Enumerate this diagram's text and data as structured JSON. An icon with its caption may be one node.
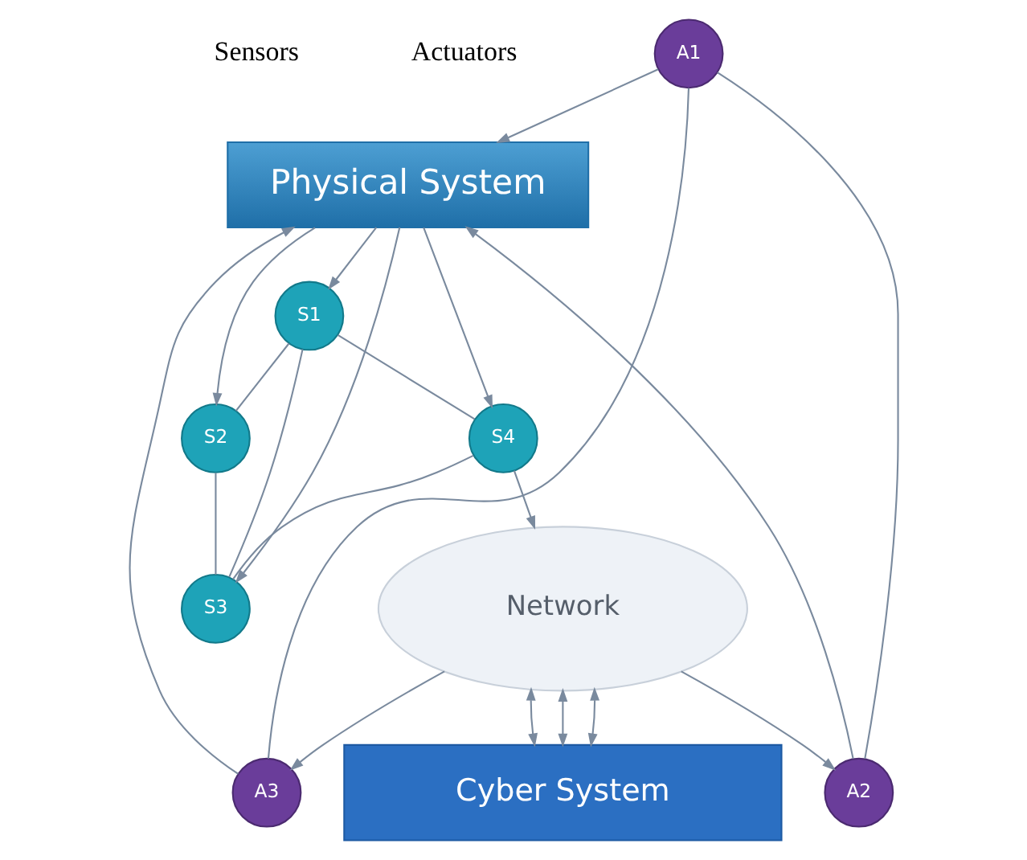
{
  "diagram": {
    "nodes": [
      {
        "text": [
          "A1"
        ]
      },
      {
        "text": [
          "S1"
        ]
      },
      {
        "text": [
          "Physical System"
        ]
      },
      {
        "text": [
          "S2"
        ]
      },
      {
        "text": [
          "A2"
        ]
      },
      {
        "text": [
          "S3"
        ]
      },
      {
        "text": [
          "A3"
        ]
      },
      {
        "text": [
          "S4"
        ]
      },
      {
        "text": [
          "Network"
        ]
      },
      {
        "text": [
          "Cyber System"
        ]
      }
    ],
    "edges": [
      {
        "from": 0,
        "to": 2,
        "arrow": "to"
      },
      {
        "from": 4,
        "to": 2,
        "arrow": "to"
      },
      {
        "from": 6,
        "to": 2,
        "arrow": "to"
      },
      {
        "from": 0,
        "to": 4,
        "arrow": "none"
      },
      {
        "from": 0,
        "to": 6,
        "arrow": "none"
      },
      {
        "from": 2,
        "to": 1,
        "arrow": "to"
      },
      {
        "from": 2,
        "to": 3,
        "arrow": "to"
      },
      {
        "from": 2,
        "to": 5,
        "arrow": "to"
      },
      {
        "from": 2,
        "to": 7,
        "arrow": "to"
      },
      {
        "from": 1,
        "to": 3,
        "arrow": "none"
      },
      {
        "from": 1,
        "to": 5,
        "arrow": "none"
      },
      {
        "from": 1,
        "to": 7,
        "arrow": "none"
      },
      {
        "from": 3,
        "to": 5,
        "arrow": "none"
      },
      {
        "from": 7,
        "to": 5,
        "arrow": "none"
      },
      {
        "from": 8,
        "to": 4,
        "arrow": "to"
      },
      {
        "from": 8,
        "to": 6,
        "arrow": "to"
      },
      {
        "from": 7,
        "to": 8,
        "arrow": "to"
      },
      {
        "from": 9,
        "to": 8,
        "arrow": "both"
      },
      {
        "from": 9,
        "to": 8,
        "arrow": "both"
      },
      {
        "from": 9,
        "to": 8,
        "arrow": "both"
      }
    ],
    "labels": [
      "Actuators",
      "Sensors"
    ]
  }
}
